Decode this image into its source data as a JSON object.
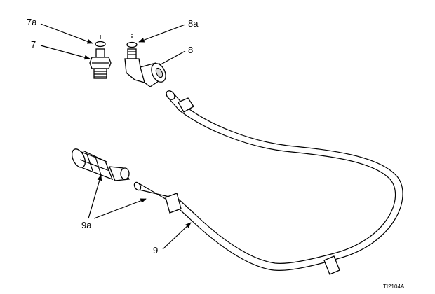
{
  "callouts": {
    "c7a": "7a",
    "c7": "7",
    "c8a": "8a",
    "c8": "8",
    "c9a": "9a",
    "c9": "9"
  },
  "figure_ref": "TI2104A"
}
